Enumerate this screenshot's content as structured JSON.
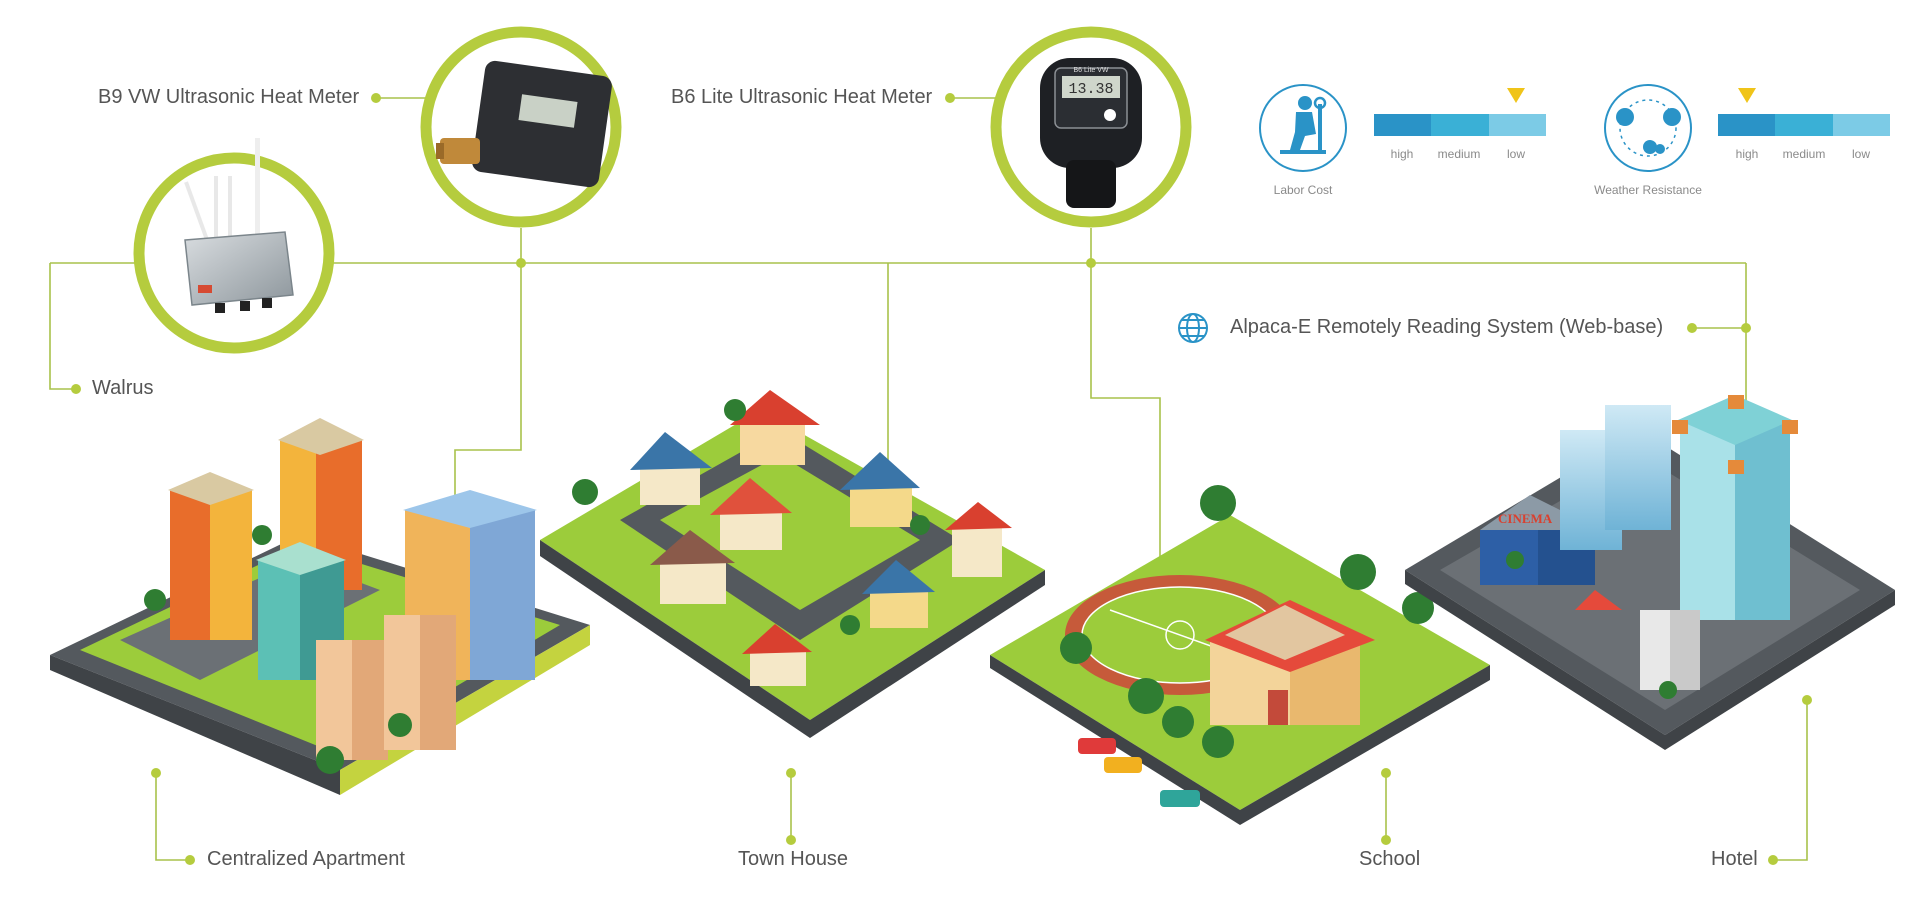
{
  "devices": {
    "b9_meter": "B9 VW Ultrasonic Heat Meter",
    "b6_meter": "B6 Lite Ultrasonic Heat Meter",
    "gateway": "Walrus",
    "system": "Alpaca-E Remotely Reading System (Web-base)"
  },
  "meter_screens": {
    "b6_display": "13.38",
    "b6_title": "B6 Lite VW"
  },
  "ratings": {
    "labor_cost": {
      "label": "Labor Cost",
      "level": "low",
      "levels": [
        "high",
        "medium",
        "low"
      ]
    },
    "weather_resistance": {
      "label": "Weather Resistance",
      "level": "high",
      "levels": [
        "high",
        "medium",
        "low"
      ]
    }
  },
  "scenes": {
    "apartment": "Centralized Apartment",
    "townhouse": "Town House",
    "school": "School",
    "hotel": "Hotel",
    "cinema_sign": "CINEMA"
  },
  "colors": {
    "line": "#a8c24b",
    "node": "#b5cc3e",
    "ring": "#b5cc3e",
    "blue_high": "#2a93c7",
    "blue_medium": "#3ab0d6",
    "blue_low": "#7ccbe6",
    "marker": "#f0c419",
    "ground": "#9ccc3b",
    "road": "#54595e"
  }
}
